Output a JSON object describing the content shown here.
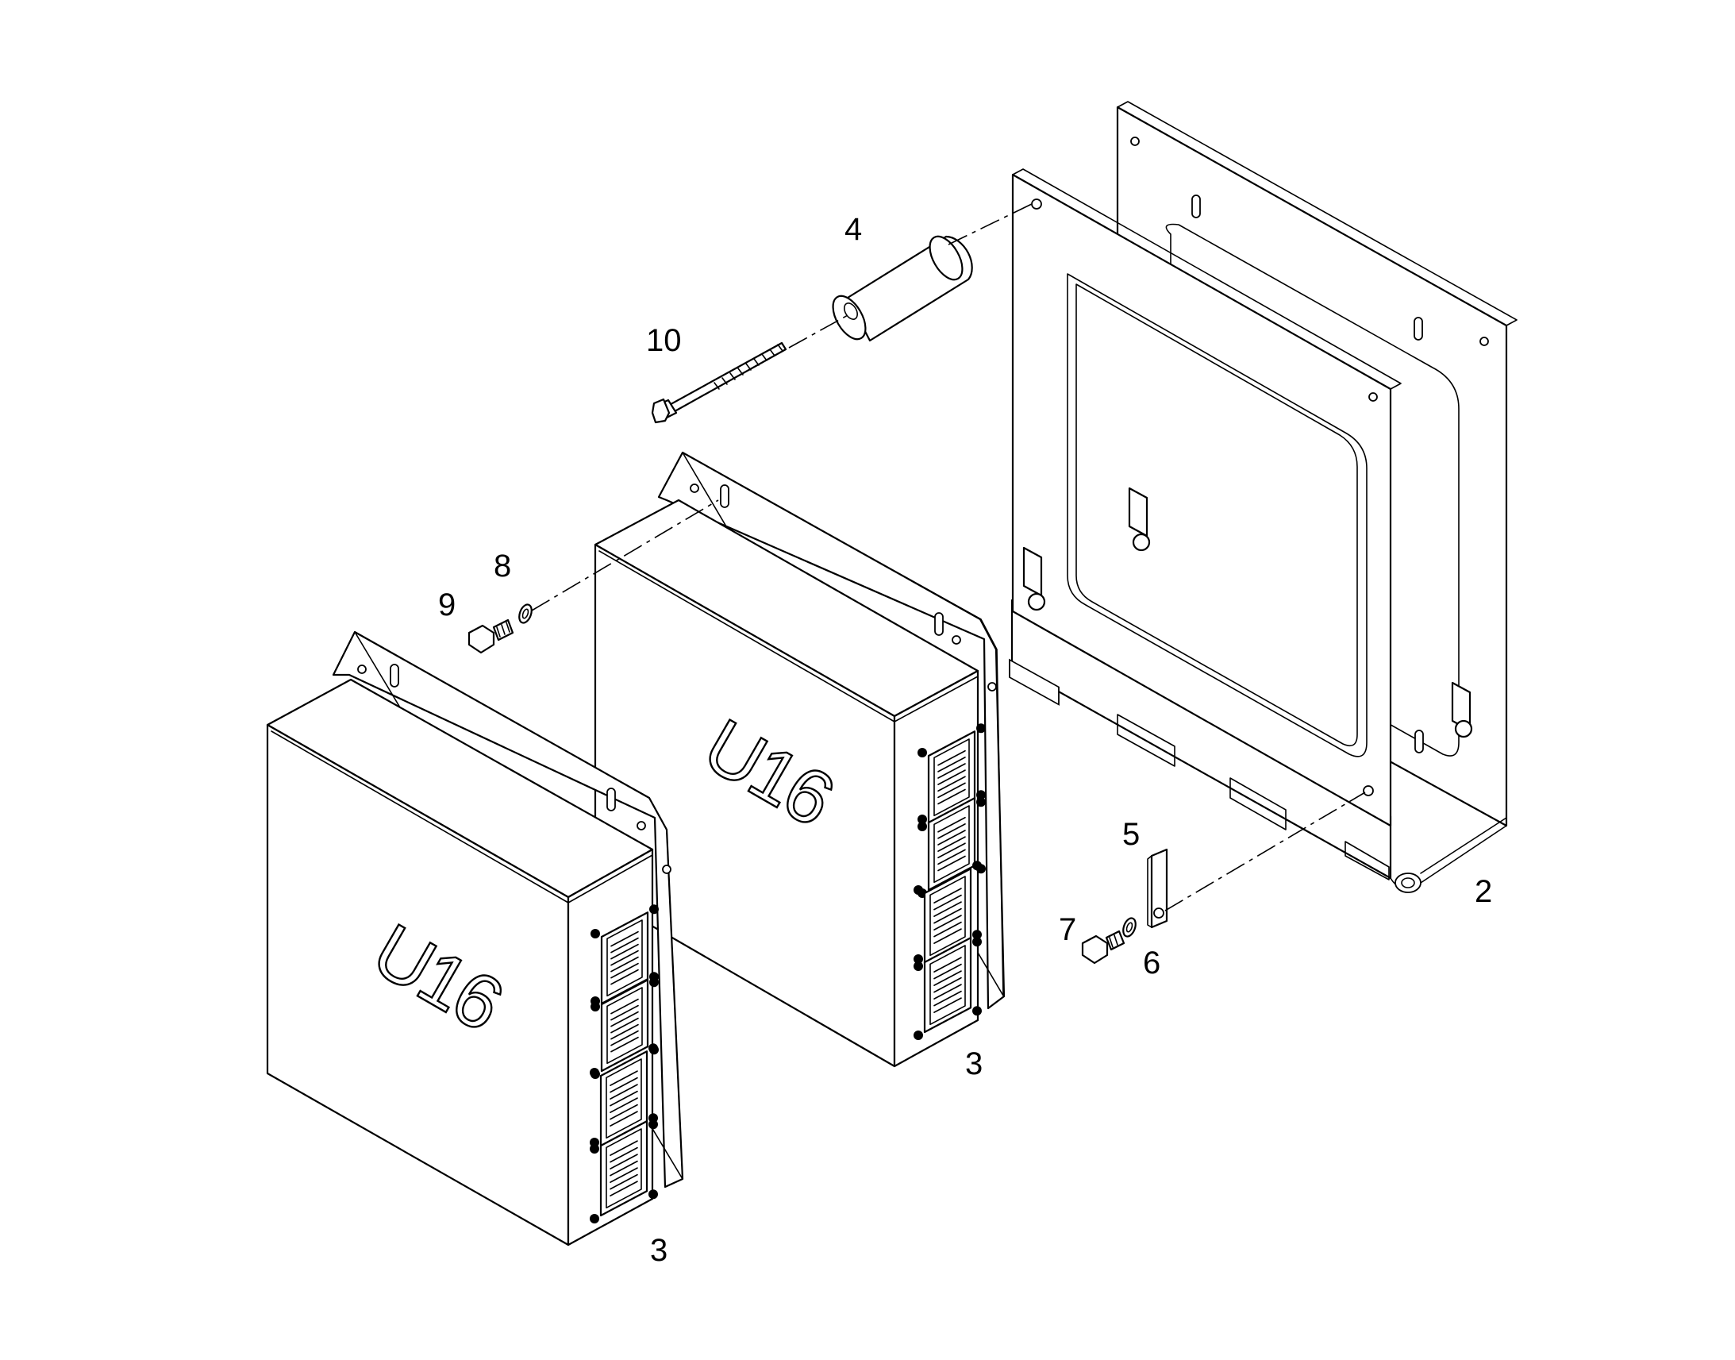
{
  "diagram": {
    "unit_marking": "U16",
    "callouts": {
      "frame": "2",
      "control_unit_front": "3",
      "control_unit_rear": "3",
      "spacer": "4",
      "clip": "5",
      "washer_lower": "6",
      "screw_lower": "7",
      "washer_upper": "8",
      "screw_upper": "9",
      "long_bolt": "10"
    }
  }
}
